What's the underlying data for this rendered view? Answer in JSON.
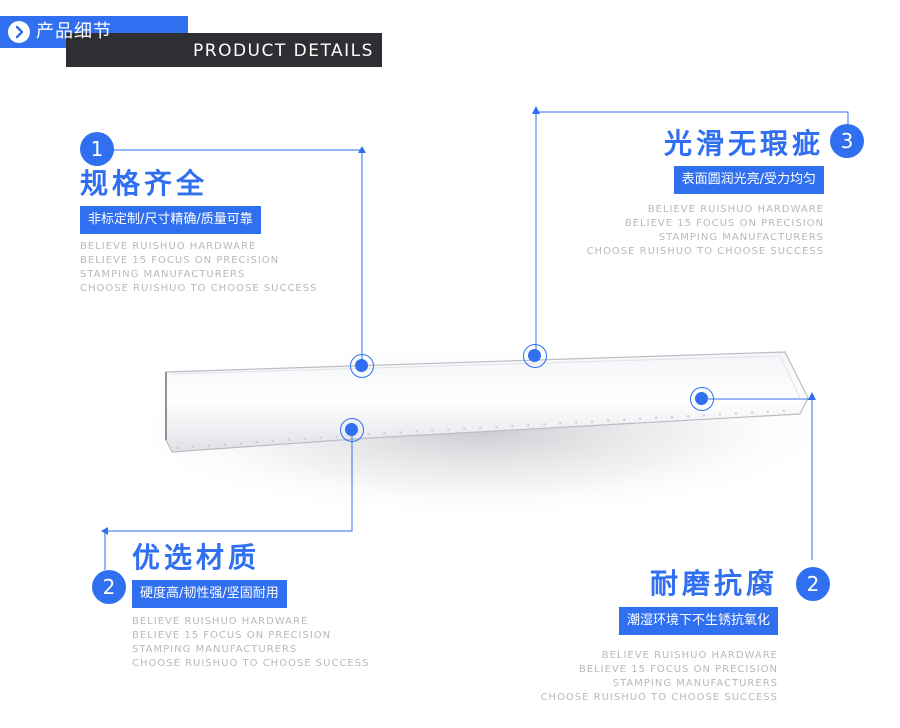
{
  "header": {
    "cn_title": "产品细节",
    "en_title": "PRODUCT DETAILS",
    "icon": "play-arrow-circle-icon"
  },
  "features": [
    {
      "number": "1",
      "title": "规格齐全",
      "tag": "非标定制/尺寸精确/质量可靠",
      "lines": [
        "BELIEVE RUISHUO HARDWARE",
        "BELIEVE 15 FOCUS ON PRECISION",
        "STAMPING MANUFACTURERS",
        "CHOOSE RUISHUO TO CHOOSE SUCCESS"
      ]
    },
    {
      "number": "2",
      "title": "优选材质",
      "tag": "硬度高/韧性强/坚固耐用",
      "lines": [
        "BELIEVE RUISHUO HARDWARE",
        "BELIEVE 15 FOCUS ON PRECISION",
        "STAMPING MANUFACTURERS",
        "CHOOSE RUISHUO TO CHOOSE SUCCESS"
      ]
    },
    {
      "number": "3",
      "title": "光滑无瑕疵",
      "tag": "表面圆润光亮/受力均匀",
      "lines": [
        "BELIEVE RUISHUO HARDWARE",
        "BELIEVE 15 FOCUS ON PRECISION",
        "STAMPING MANUFACTURERS",
        "CHOOSE RUISHUO TO CHOOSE SUCCESS"
      ]
    },
    {
      "number": "2",
      "title": "耐磨抗腐",
      "tag": "潮湿环境下不生锈抗氧化",
      "lines": [
        "BELIEVE RUISHUO HARDWARE",
        "BELIEVE 15 FOCUS ON PRECISION",
        "STAMPING MANUFACTURERS",
        "CHOOSE RUISHUO TO CHOOSE SUCCESS"
      ]
    }
  ],
  "colors": {
    "accent": "#2f6ff0",
    "header_dark": "#2e2f33",
    "muted_text": "#b7b9be"
  }
}
